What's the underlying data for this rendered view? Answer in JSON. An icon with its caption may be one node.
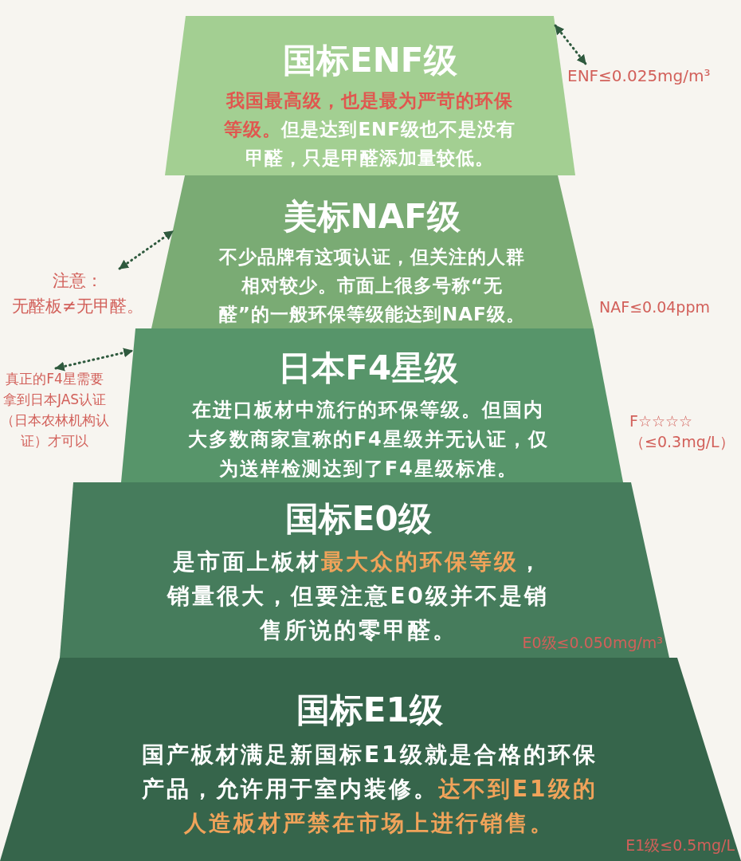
{
  "diagram": {
    "nodes": [
      {
        "text": [
          "国标ENF级",
          "**我国最高级，也是最为严苛的环保等级。**但是达到ENF级也不是没有甲醛，只是甲醛添加量较低。"
        ]
      },
      {
        "text": [
          "ENF≤0.025mg/m³"
        ]
      },
      {
        "text": [
          "注意：",
          "无醛板≠无甲醛。"
        ]
      },
      {
        "text": [
          "美标NAF级",
          "不少品牌有这项认证，但关注的人群相对较少。市面上很多号称“无醛”的一般环保等级能达到NAF级。"
        ],
        "beside": [
          "NAF≤0.04ppm"
        ]
      },
      {
        "text": [
          "真正的F4星需要拿到日本JAS认证（日本农林机构认证）才可以"
        ]
      },
      {
        "text": [
          "日本F4星级",
          "在进口板材中流行的环保等级。但国内大多数商家宣称的F4星级并无认证，仅为送样检测达到了F4星级标准。"
        ],
        "beside": [
          "F☆☆☆☆（≤0.3mg/L）"
        ]
      },
      {
        "text": [
          "国标E0级",
          "是市面上板材**最大众的环保等级**，销量很大，但要注意E0级并不是销售所说的零甲醛。",
          "E0级≤0.050mg/m³"
        ]
      },
      {
        "text": [
          "国标E1级",
          "国产板材满足新国标E1级就是合格的环保产品，允许用于室内装修。**达不到E1级的人造板材严禁在市场上进行销售。**",
          "E1级≤0.5mg/L"
        ]
      }
    ],
    "edges": [
      {
        "from": 0,
        "to": 1,
        "arrow": "both",
        "style": "dashed"
      },
      {
        "from": 2,
        "to": 3,
        "arrow": "both",
        "style": "dashed"
      },
      {
        "from": 4,
        "to": 5,
        "arrow": "both",
        "style": "dashed"
      }
    ]
  }
}
